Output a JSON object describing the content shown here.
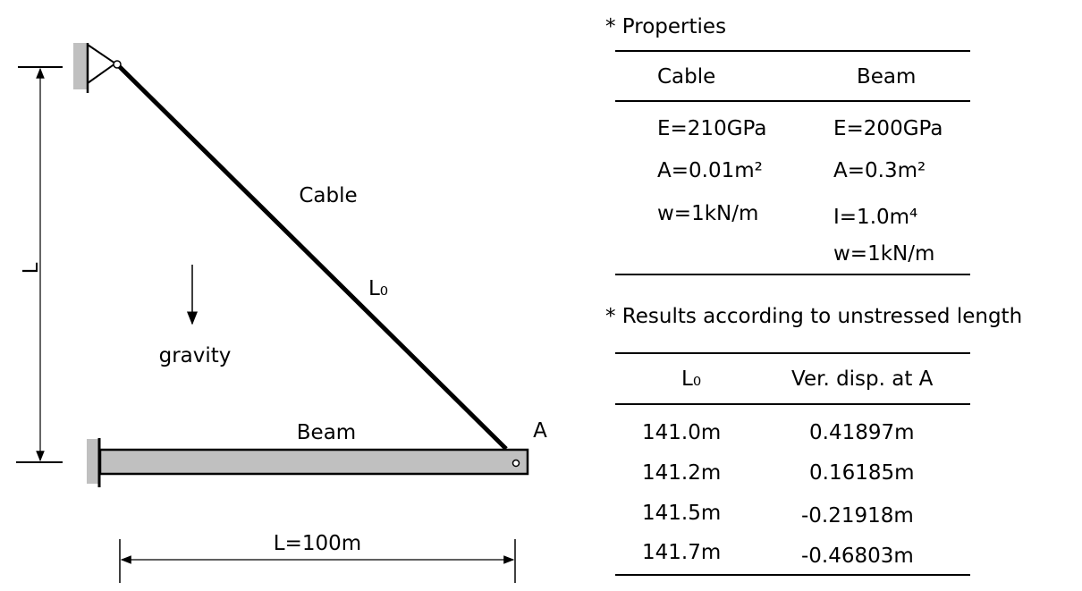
{
  "diagram": {
    "cable_label": "Cable",
    "cable_length_label": "L₀",
    "gravity_label": "gravity",
    "beam_label": "Beam",
    "point_label": "A",
    "height_label": "L",
    "span_label": "L=100m",
    "beam_color": "#c0c0c0",
    "support_color": "#c0c0c0"
  },
  "properties": {
    "title": "* Properties",
    "headers": [
      "Cable",
      "Beam"
    ],
    "cable": [
      "E=210GPa",
      "A=0.01m²",
      "w=1kN/m"
    ],
    "beam": [
      "E=200GPa",
      "A=0.3m²",
      "I=1.0m⁴",
      "w=1kN/m"
    ]
  },
  "results": {
    "title": "* Results according to unstressed length",
    "headers": [
      "L₀",
      "Ver. disp. at A"
    ],
    "rows": [
      [
        "141.0m",
        "0.41897m"
      ],
      [
        "141.2m",
        "0.16185m"
      ],
      [
        "141.5m",
        "-0.21918m"
      ],
      [
        "141.7m",
        "-0.46803m"
      ]
    ]
  }
}
